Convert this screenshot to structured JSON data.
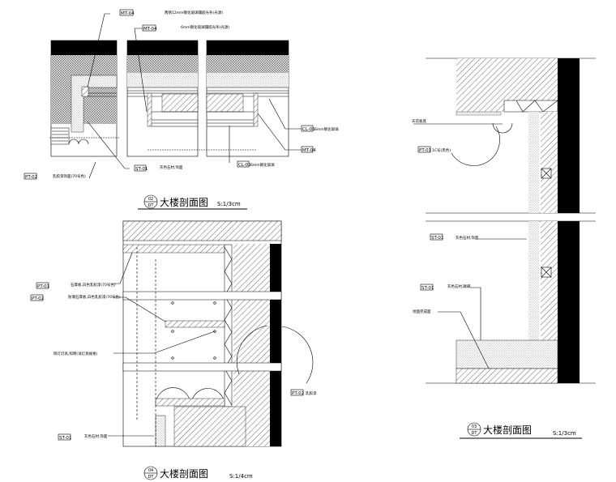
{
  "sections": [
    {
      "id": "02",
      "sheet": "DT",
      "title": "大楼剖面图",
      "scale": "S:1/3cm",
      "tags": [
        "MT-04",
        "MT-04",
        "CL-01",
        "MT-04",
        "CL-01",
        "ST-01",
        "PT-02"
      ],
      "notes": [
        "两侧12mm钢化玻璃镶嵌光条(光源)",
        "6mm钢化玻璃镶嵌光条(光源)",
        "6mm钢化玻璃",
        "6mm钢化玻璃",
        "灰色石材,饰面",
        "乳胶漆饰面(70号色)"
      ]
    },
    {
      "id": "04",
      "sheet": "DT",
      "title": "大楼剖面图",
      "scale": "S:1/4cm",
      "tags": [
        "PT-01",
        "PT-02",
        "PT-02",
        "ST-01"
      ],
      "notes": [
        "石膏板,白色乳胶漆(70号色)",
        "防潮石膏板,白色乳胶漆(70号色)",
        "筒灯灯具,照明(详灯具规格)",
        "乳胶漆",
        "灰色石材,饰面"
      ]
    },
    {
      "id": "03",
      "sheet": "DT",
      "title": "大楼剖面图",
      "scale": "S:1/3cm",
      "tags": [
        "PT-01",
        "ST-01",
        "ST-01"
      ],
      "notes": [
        "天花板底",
        "1C号(黑色)",
        "灰色石材,饰面",
        "灰色石材,踢脚",
        "地面完成面"
      ]
    }
  ]
}
